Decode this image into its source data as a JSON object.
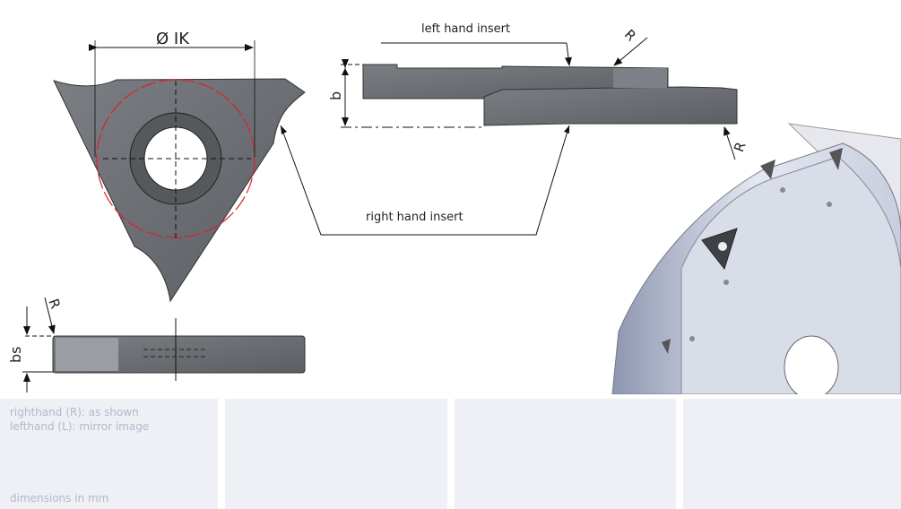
{
  "drawing": {
    "diameter_label": "Ø IK",
    "radius_label": "R",
    "bs_label": "bs",
    "b_label": "b",
    "left_hand_insert_label": "left hand insert",
    "right_hand_insert_label": "right hand insert"
  },
  "panels": [
    {
      "line1": "righthand (R): as shown",
      "line2": "lefthand (L): mirror image",
      "footer": "dimensions in mm"
    },
    {},
    {},
    {}
  ],
  "colors": {
    "insert": "#6b6e72",
    "inscribed_circle": "#d8232a",
    "panel_bg": "#eef0f6",
    "panel_text": "#b3b7cb"
  }
}
